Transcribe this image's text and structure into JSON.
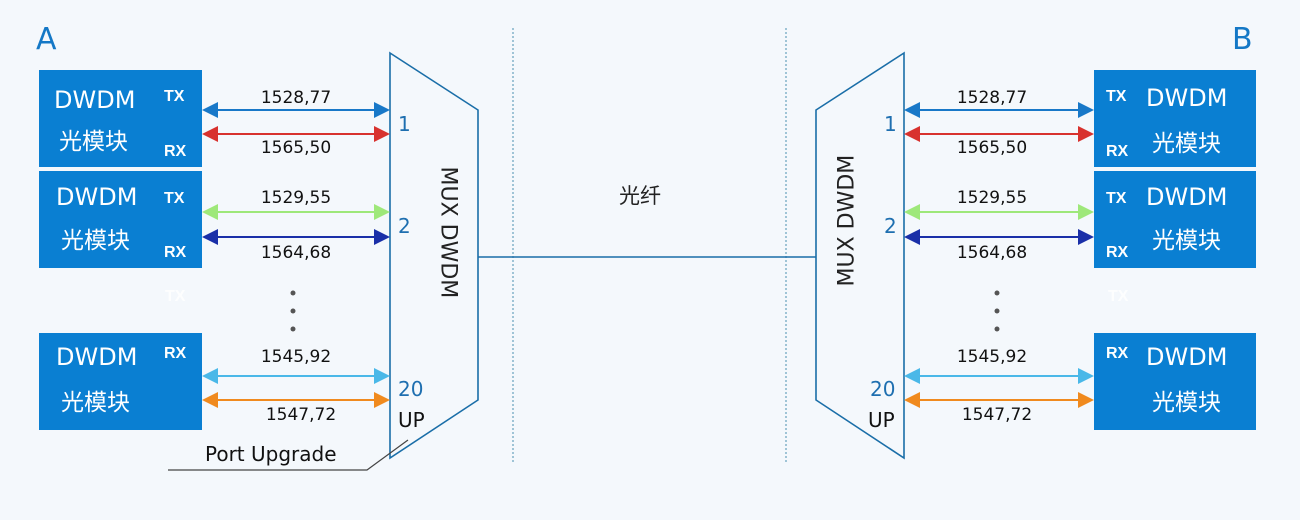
{
  "sites": {
    "a": "A",
    "b": "B"
  },
  "module": {
    "line1": "DWDM",
    "line2": "光模块",
    "tx": "TX",
    "rx": "RX"
  },
  "mux": {
    "left_label": "MUX DWDM",
    "right_label": "MUX DWDM"
  },
  "fiber": {
    "label": "光纤"
  },
  "channels": [
    {
      "port": "1",
      "tx_wavelength": "1528,77",
      "rx_wavelength": "1565,50",
      "tx_color": "#1878c8",
      "rx_color": "#d8322e"
    },
    {
      "port": "2",
      "tx_wavelength": "1529,55",
      "rx_wavelength": "1564,68",
      "tx_color": "#9ee87a",
      "rx_color": "#1a2fa8"
    },
    {
      "port": "20",
      "tx_wavelength": "1545,92",
      "rx_wavelength": "1547,72",
      "tx_color": "#4ab8e8",
      "rx_color": "#f08a1e"
    }
  ],
  "upgrade": {
    "port": "UP",
    "callout": "Port Upgrade"
  },
  "colors": {
    "module_fill": "#0a7fd2",
    "mux_stroke": "#1a6ea8",
    "background": "#f4f8fc",
    "site_label": "#1478c6"
  }
}
